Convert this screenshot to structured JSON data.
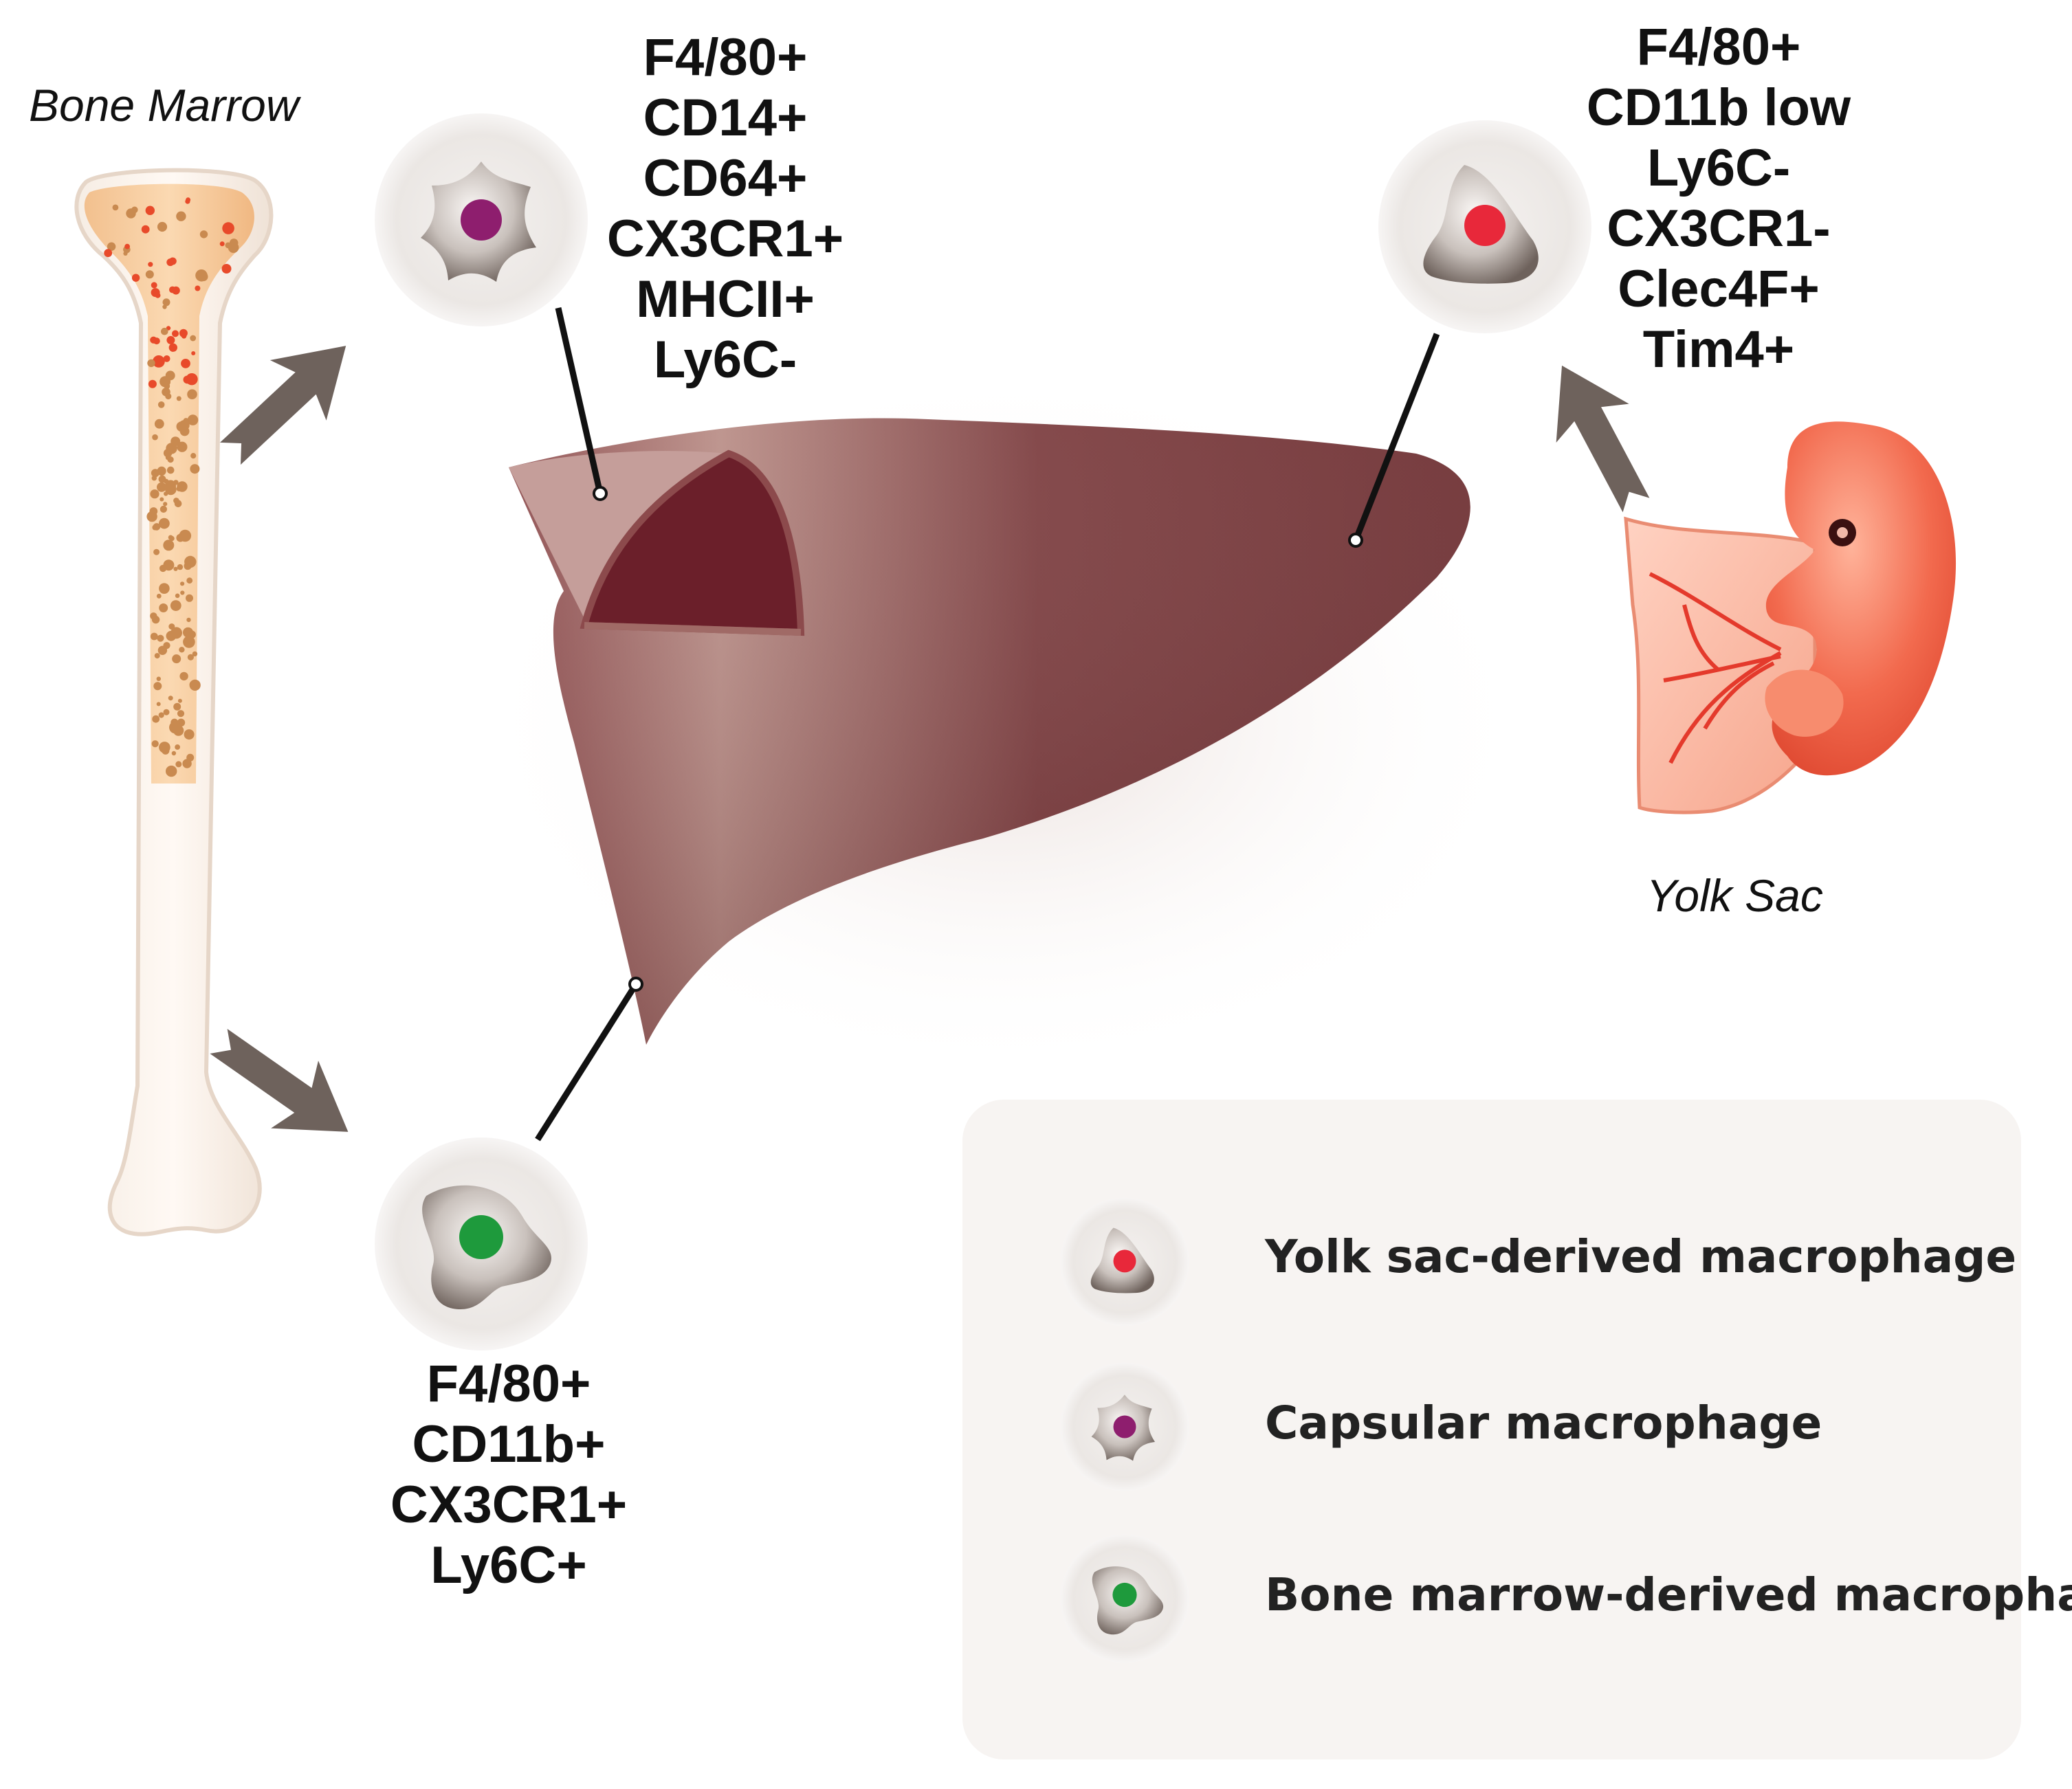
{
  "sources": {
    "bone_marrow": "Bone Marrow",
    "yolk_sac": "Yolk Sac"
  },
  "capsular_markers": [
    "F4/80+",
    "CD14+",
    "CD64+",
    "CX3CR1+",
    "MHCII+",
    "Ly6C-"
  ],
  "yolk_sac_markers": [
    "F4/80+",
    "CD11b low",
    "Ly6C-",
    "CX3CR1-",
    "Clec4F+",
    "Tim4+"
  ],
  "bone_marrow_markers": [
    "F4/80+",
    "CD11b+",
    "CX3CR1+",
    "Ly6C+"
  ],
  "legend": {
    "yolk_sac": "Yolk  sac-derived macrophage",
    "capsular": "Capsular macrophage",
    "bone_marrow": "Bone marrow-derived  macrophage"
  },
  "colors": {
    "liver": "#7a3a3c",
    "liver_light": "#b88a82",
    "capsular_nucleus": "#8e1e6e",
    "yolk_sac_nucleus": "#e8283a",
    "bone_marrow_nucleus": "#1e9a3c",
    "arrow": "#6e625c",
    "bone_marrow_dots": "#e84a2a",
    "embryo": "#f26a4e"
  },
  "icons": [
    "bone-icon",
    "liver-icon",
    "embryo-icon",
    "macrophage-cell-icon"
  ]
}
